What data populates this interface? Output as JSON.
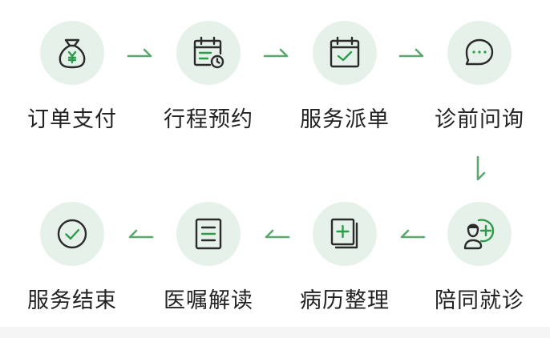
{
  "colors": {
    "circle_bg": "#e6f2e9",
    "icon_stroke": "#2b2b2b",
    "icon_accent": "#2f9a4e",
    "arrow": "#5aa86e",
    "label_text": "#222222"
  },
  "steps": [
    {
      "label": "订单支付",
      "icon": "money-bag-icon"
    },
    {
      "label": "行程预约",
      "icon": "schedule-calendar-icon"
    },
    {
      "label": "服务派单",
      "icon": "calendar-check-icon"
    },
    {
      "label": "诊前问询",
      "icon": "chat-bubble-icon"
    },
    {
      "label": "陪同就诊",
      "icon": "escort-person-icon"
    },
    {
      "label": "病历整理",
      "icon": "medical-record-icon"
    },
    {
      "label": "医嘱解读",
      "icon": "document-lines-icon"
    },
    {
      "label": "服务结束",
      "icon": "check-circle-icon"
    }
  ]
}
